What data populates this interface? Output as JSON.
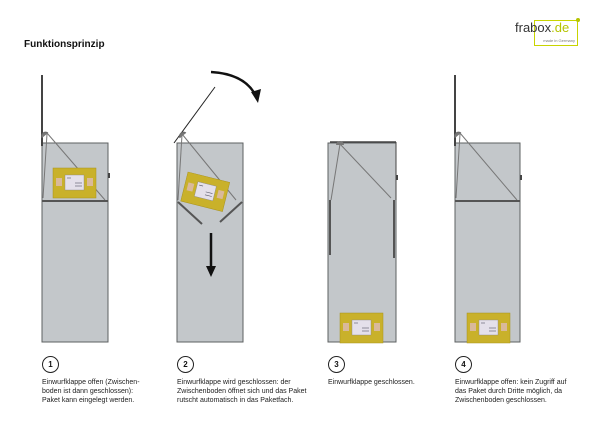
{
  "title": "Funktionsprinzip",
  "logo": {
    "name": "frabox",
    "tld": ".de",
    "tagline": "made in Germany"
  },
  "colors": {
    "box": "#c3c7ca",
    "outline": "#5e6062",
    "package": "#c9b12a",
    "label": "#e4e0ea"
  },
  "steps": [
    {
      "number": "1",
      "text": "Einwurfklappe offen (Zwischen-\nboden ist dann geschlossen):\nPaket kann eingelegt werden."
    },
    {
      "number": "2",
      "text": "Einwurfklappe wird geschlossen: der\nZwischenboden öffnet sich und das Paket\nrutscht automatisch in das Paketfach."
    },
    {
      "number": "3",
      "text": "Einwurfklappe geschlossen."
    },
    {
      "number": "4",
      "text": "Einwurfklappe offen: kein Zugriff auf\ndas Paket durch Dritte möglich, da\nZwischenboden geschlossen."
    }
  ]
}
